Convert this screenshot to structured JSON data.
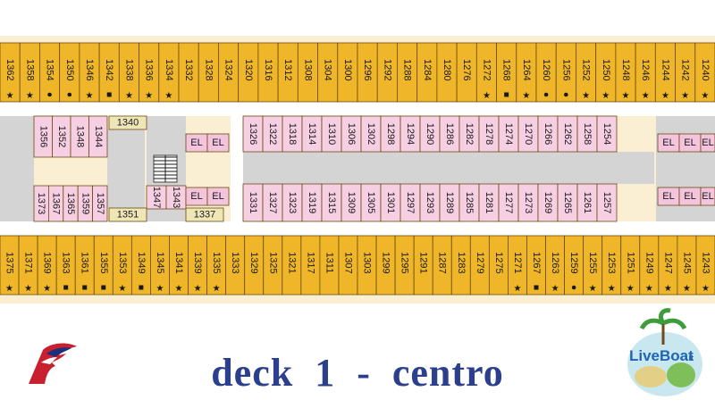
{
  "title": "deck  1  -  centro",
  "brand": {
    "name": "LiveBoat",
    "suffix": ".it"
  },
  "colors": {
    "outer_cabin": "#efb62a",
    "inner_cabin": "#f6cfe2",
    "corridor": "#ffffff",
    "hull": "#faefd2",
    "hall": "#d4d4d4",
    "stair_box": "#efe6b8",
    "elevator": "#f4c3dc",
    "title": "#2b3f8c"
  },
  "elevator_label": "EL",
  "top_outer_cabins": [
    {
      "n": "1362",
      "m": "star"
    },
    {
      "n": "1358",
      "m": "star"
    },
    {
      "n": "1354",
      "m": "dot"
    },
    {
      "n": "1350",
      "m": "dot"
    },
    {
      "n": "1346",
      "m": "star"
    },
    {
      "n": "1342",
      "m": "square"
    },
    {
      "n": "1338",
      "m": "star"
    },
    {
      "n": "1336",
      "m": "star"
    },
    {
      "n": "1334",
      "m": "star"
    },
    {
      "n": "1332",
      "m": ""
    },
    {
      "n": "1328",
      "m": ""
    },
    {
      "n": "1324",
      "m": ""
    },
    {
      "n": "1320",
      "m": ""
    },
    {
      "n": "1316",
      "m": ""
    },
    {
      "n": "1312",
      "m": ""
    },
    {
      "n": "1308",
      "m": ""
    },
    {
      "n": "1304",
      "m": ""
    },
    {
      "n": "1300",
      "m": ""
    },
    {
      "n": "1296",
      "m": ""
    },
    {
      "n": "1292",
      "m": ""
    },
    {
      "n": "1288",
      "m": ""
    },
    {
      "n": "1284",
      "m": ""
    },
    {
      "n": "1280",
      "m": ""
    },
    {
      "n": "1276",
      "m": ""
    },
    {
      "n": "1272",
      "m": "star"
    },
    {
      "n": "1268",
      "m": "square"
    },
    {
      "n": "1264",
      "m": "star"
    },
    {
      "n": "1260",
      "m": "dot"
    },
    {
      "n": "1256",
      "m": "dot"
    },
    {
      "n": "1252",
      "m": "star"
    },
    {
      "n": "1250",
      "m": "star"
    },
    {
      "n": "1248",
      "m": "star"
    },
    {
      "n": "1246",
      "m": "star"
    },
    {
      "n": "1244",
      "m": "star"
    },
    {
      "n": "1242",
      "m": "star"
    },
    {
      "n": "1240",
      "m": "star"
    }
  ],
  "bottom_outer_cabins": [
    {
      "n": "1375",
      "m": "star"
    },
    {
      "n": "1371",
      "m": "star"
    },
    {
      "n": "1369",
      "m": "star"
    },
    {
      "n": "1363",
      "m": "square"
    },
    {
      "n": "1361",
      "m": "square"
    },
    {
      "n": "1355",
      "m": "square"
    },
    {
      "n": "1353",
      "m": "star"
    },
    {
      "n": "1349",
      "m": "square"
    },
    {
      "n": "1345",
      "m": "star"
    },
    {
      "n": "1341",
      "m": "star"
    },
    {
      "n": "1339",
      "m": "star"
    },
    {
      "n": "1335",
      "m": "star"
    },
    {
      "n": "1333",
      "m": ""
    },
    {
      "n": "1329",
      "m": ""
    },
    {
      "n": "1325",
      "m": ""
    },
    {
      "n": "1321",
      "m": ""
    },
    {
      "n": "1317",
      "m": ""
    },
    {
      "n": "1311",
      "m": ""
    },
    {
      "n": "1307",
      "m": ""
    },
    {
      "n": "1303",
      "m": ""
    },
    {
      "n": "1299",
      "m": ""
    },
    {
      "n": "1295",
      "m": ""
    },
    {
      "n": "1291",
      "m": ""
    },
    {
      "n": "1287",
      "m": ""
    },
    {
      "n": "1283",
      "m": ""
    },
    {
      "n": "1279",
      "m": ""
    },
    {
      "n": "1275",
      "m": ""
    },
    {
      "n": "1271",
      "m": "star"
    },
    {
      "n": "1267",
      "m": "square"
    },
    {
      "n": "1263",
      "m": "star"
    },
    {
      "n": "1259",
      "m": "dot"
    },
    {
      "n": "1255",
      "m": "star"
    },
    {
      "n": "1253",
      "m": "star"
    },
    {
      "n": "1251",
      "m": "star"
    },
    {
      "n": "1249",
      "m": "star"
    },
    {
      "n": "1247",
      "m": "star"
    },
    {
      "n": "1245",
      "m": "star"
    },
    {
      "n": "1243",
      "m": "star"
    }
  ],
  "inner_top_left": [
    "1356",
    "1352",
    "1348",
    "1344"
  ],
  "inner_top_main": [
    "1326",
    "1322",
    "1318",
    "1314",
    "1310",
    "1306",
    "1302",
    "1298",
    "1294",
    "1290",
    "1286",
    "1282",
    "1278",
    "1274",
    "1270",
    "1266",
    "1262",
    "1258",
    "1254"
  ],
  "inner_bottom_left": [
    "1373",
    "1367",
    "1365",
    "1359",
    "1357"
  ],
  "inner_bottom_mid": [
    "1347",
    "1343"
  ],
  "inner_bottom_main": [
    "1331",
    "1327",
    "1323",
    "1319",
    "1315",
    "1309",
    "1305",
    "1301",
    "1297",
    "1293",
    "1289",
    "1285",
    "1281",
    "1277",
    "1273",
    "1269",
    "1265",
    "1261",
    "1257"
  ],
  "hall_labels": {
    "top": "1340",
    "bottom_left": "1351",
    "bottom_right": "1337"
  }
}
